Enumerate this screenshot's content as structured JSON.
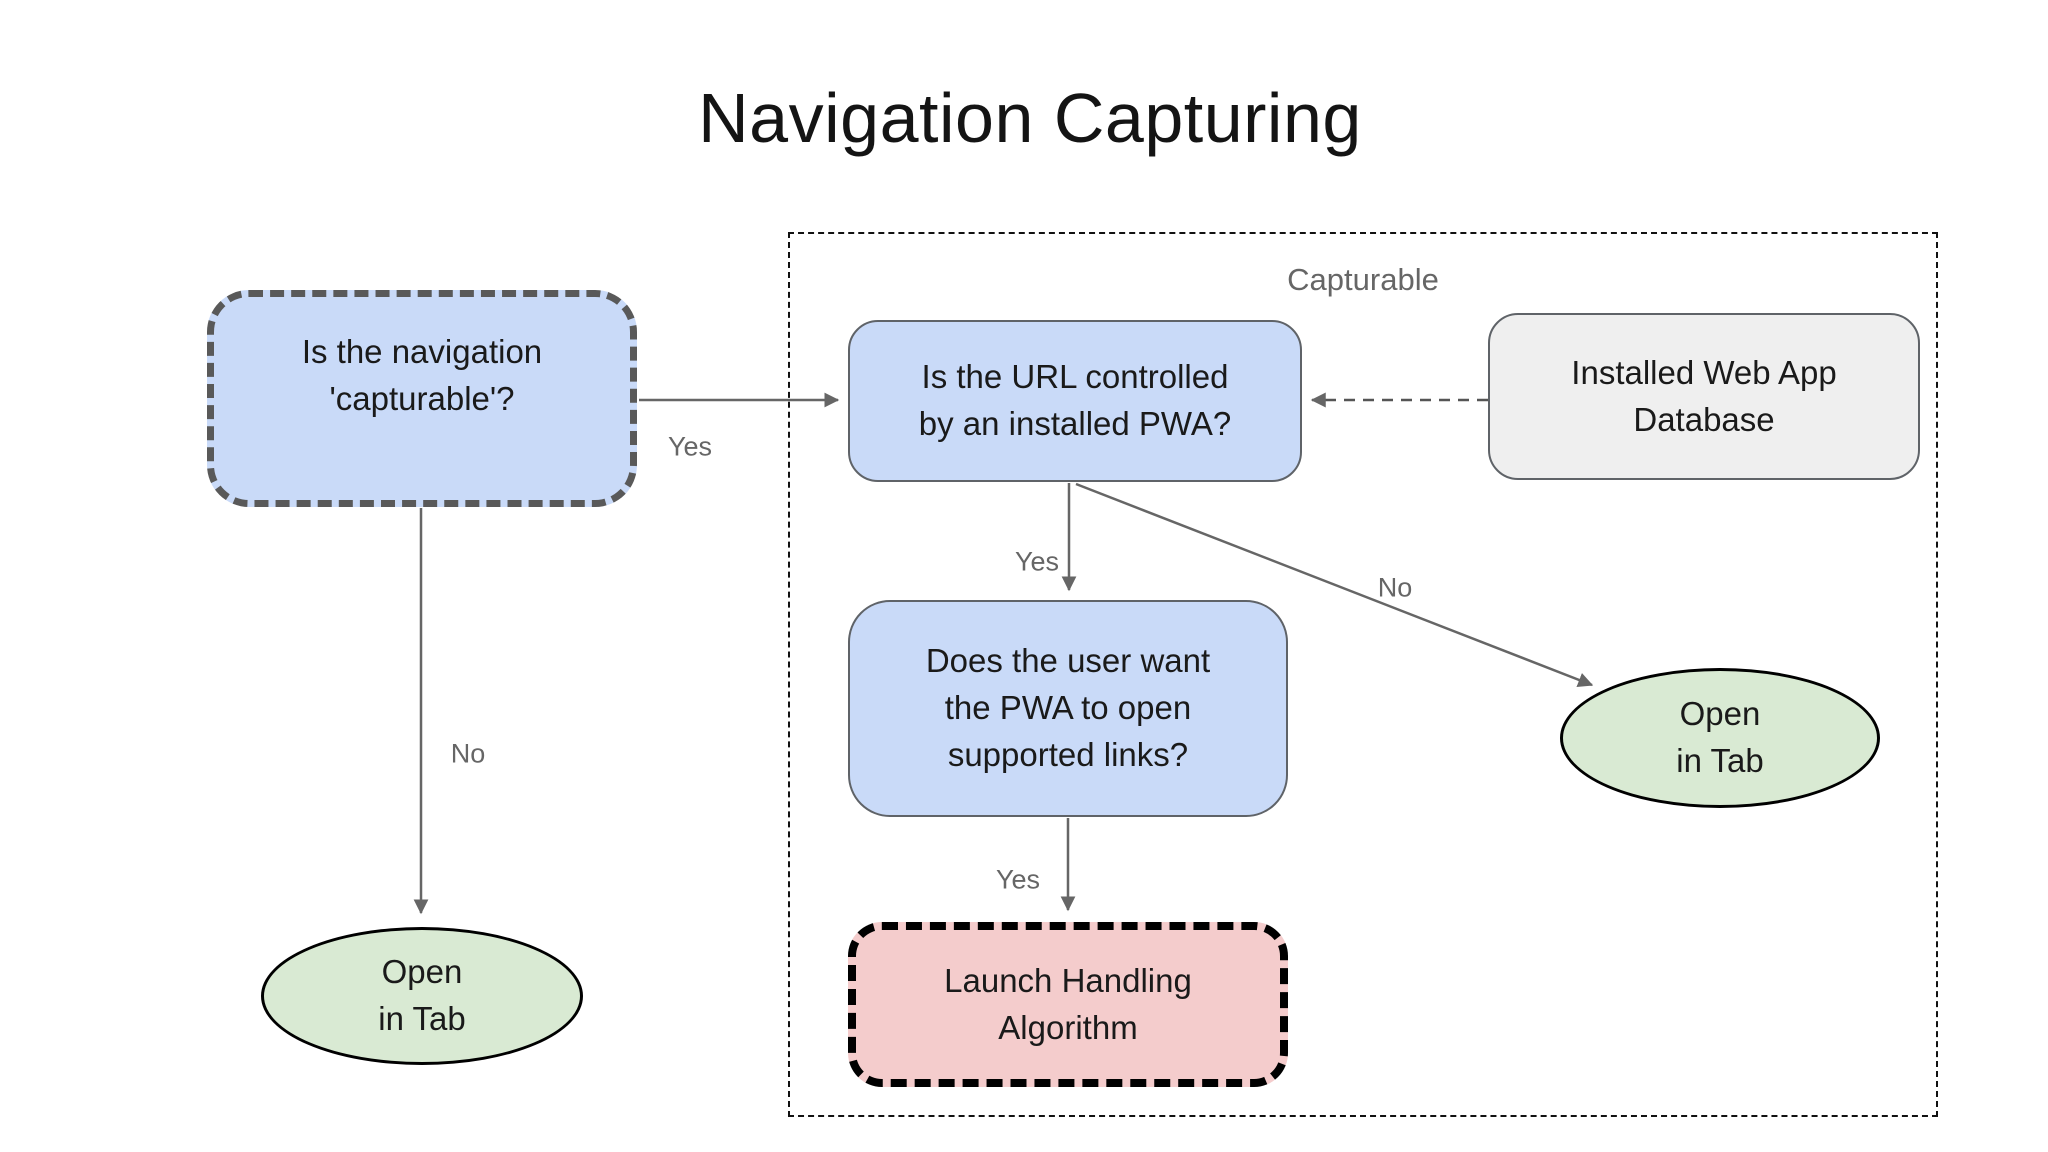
{
  "title": "Navigation Capturing",
  "group": {
    "label": "Capturable"
  },
  "nodes": {
    "is_navigation_capturable": {
      "text": "Is the navigation\n'capturable'?",
      "fill": "#c9daf8",
      "border_style": "dashed"
    },
    "is_url_controlled": {
      "text": "Is the URL controlled\nby an installed PWA?",
      "fill": "#c9daf8",
      "border_style": "solid"
    },
    "installed_web_app_database": {
      "text": "Installed Web App\nDatabase",
      "fill": "#efefef",
      "border_style": "solid"
    },
    "does_user_want_links": {
      "text": "Does the user want\nthe PWA to open\nsupported links?",
      "fill": "#c9daf8",
      "border_style": "solid"
    },
    "launch_handling_algorithm": {
      "text": "Launch Handling\nAlgorithm",
      "fill": "#f4cccc",
      "border_style": "dashed"
    },
    "open_in_tab_left": {
      "text": "Open\nin Tab",
      "fill": "#d9ead3",
      "shape": "ellipse"
    },
    "open_in_tab_right": {
      "text": "Open\nin Tab",
      "fill": "#d9ead3",
      "shape": "ellipse"
    }
  },
  "edges": {
    "navigation_yes": {
      "label": "Yes"
    },
    "navigation_no": {
      "label": "No"
    },
    "url_yes": {
      "label": "Yes"
    },
    "url_no": {
      "label": "No"
    },
    "links_yes": {
      "label": "Yes"
    }
  },
  "colors": {
    "connector_line": "#666666",
    "edge_label_text": "#666666",
    "node_text": "#1a1a1a",
    "group_border": "#111111"
  }
}
